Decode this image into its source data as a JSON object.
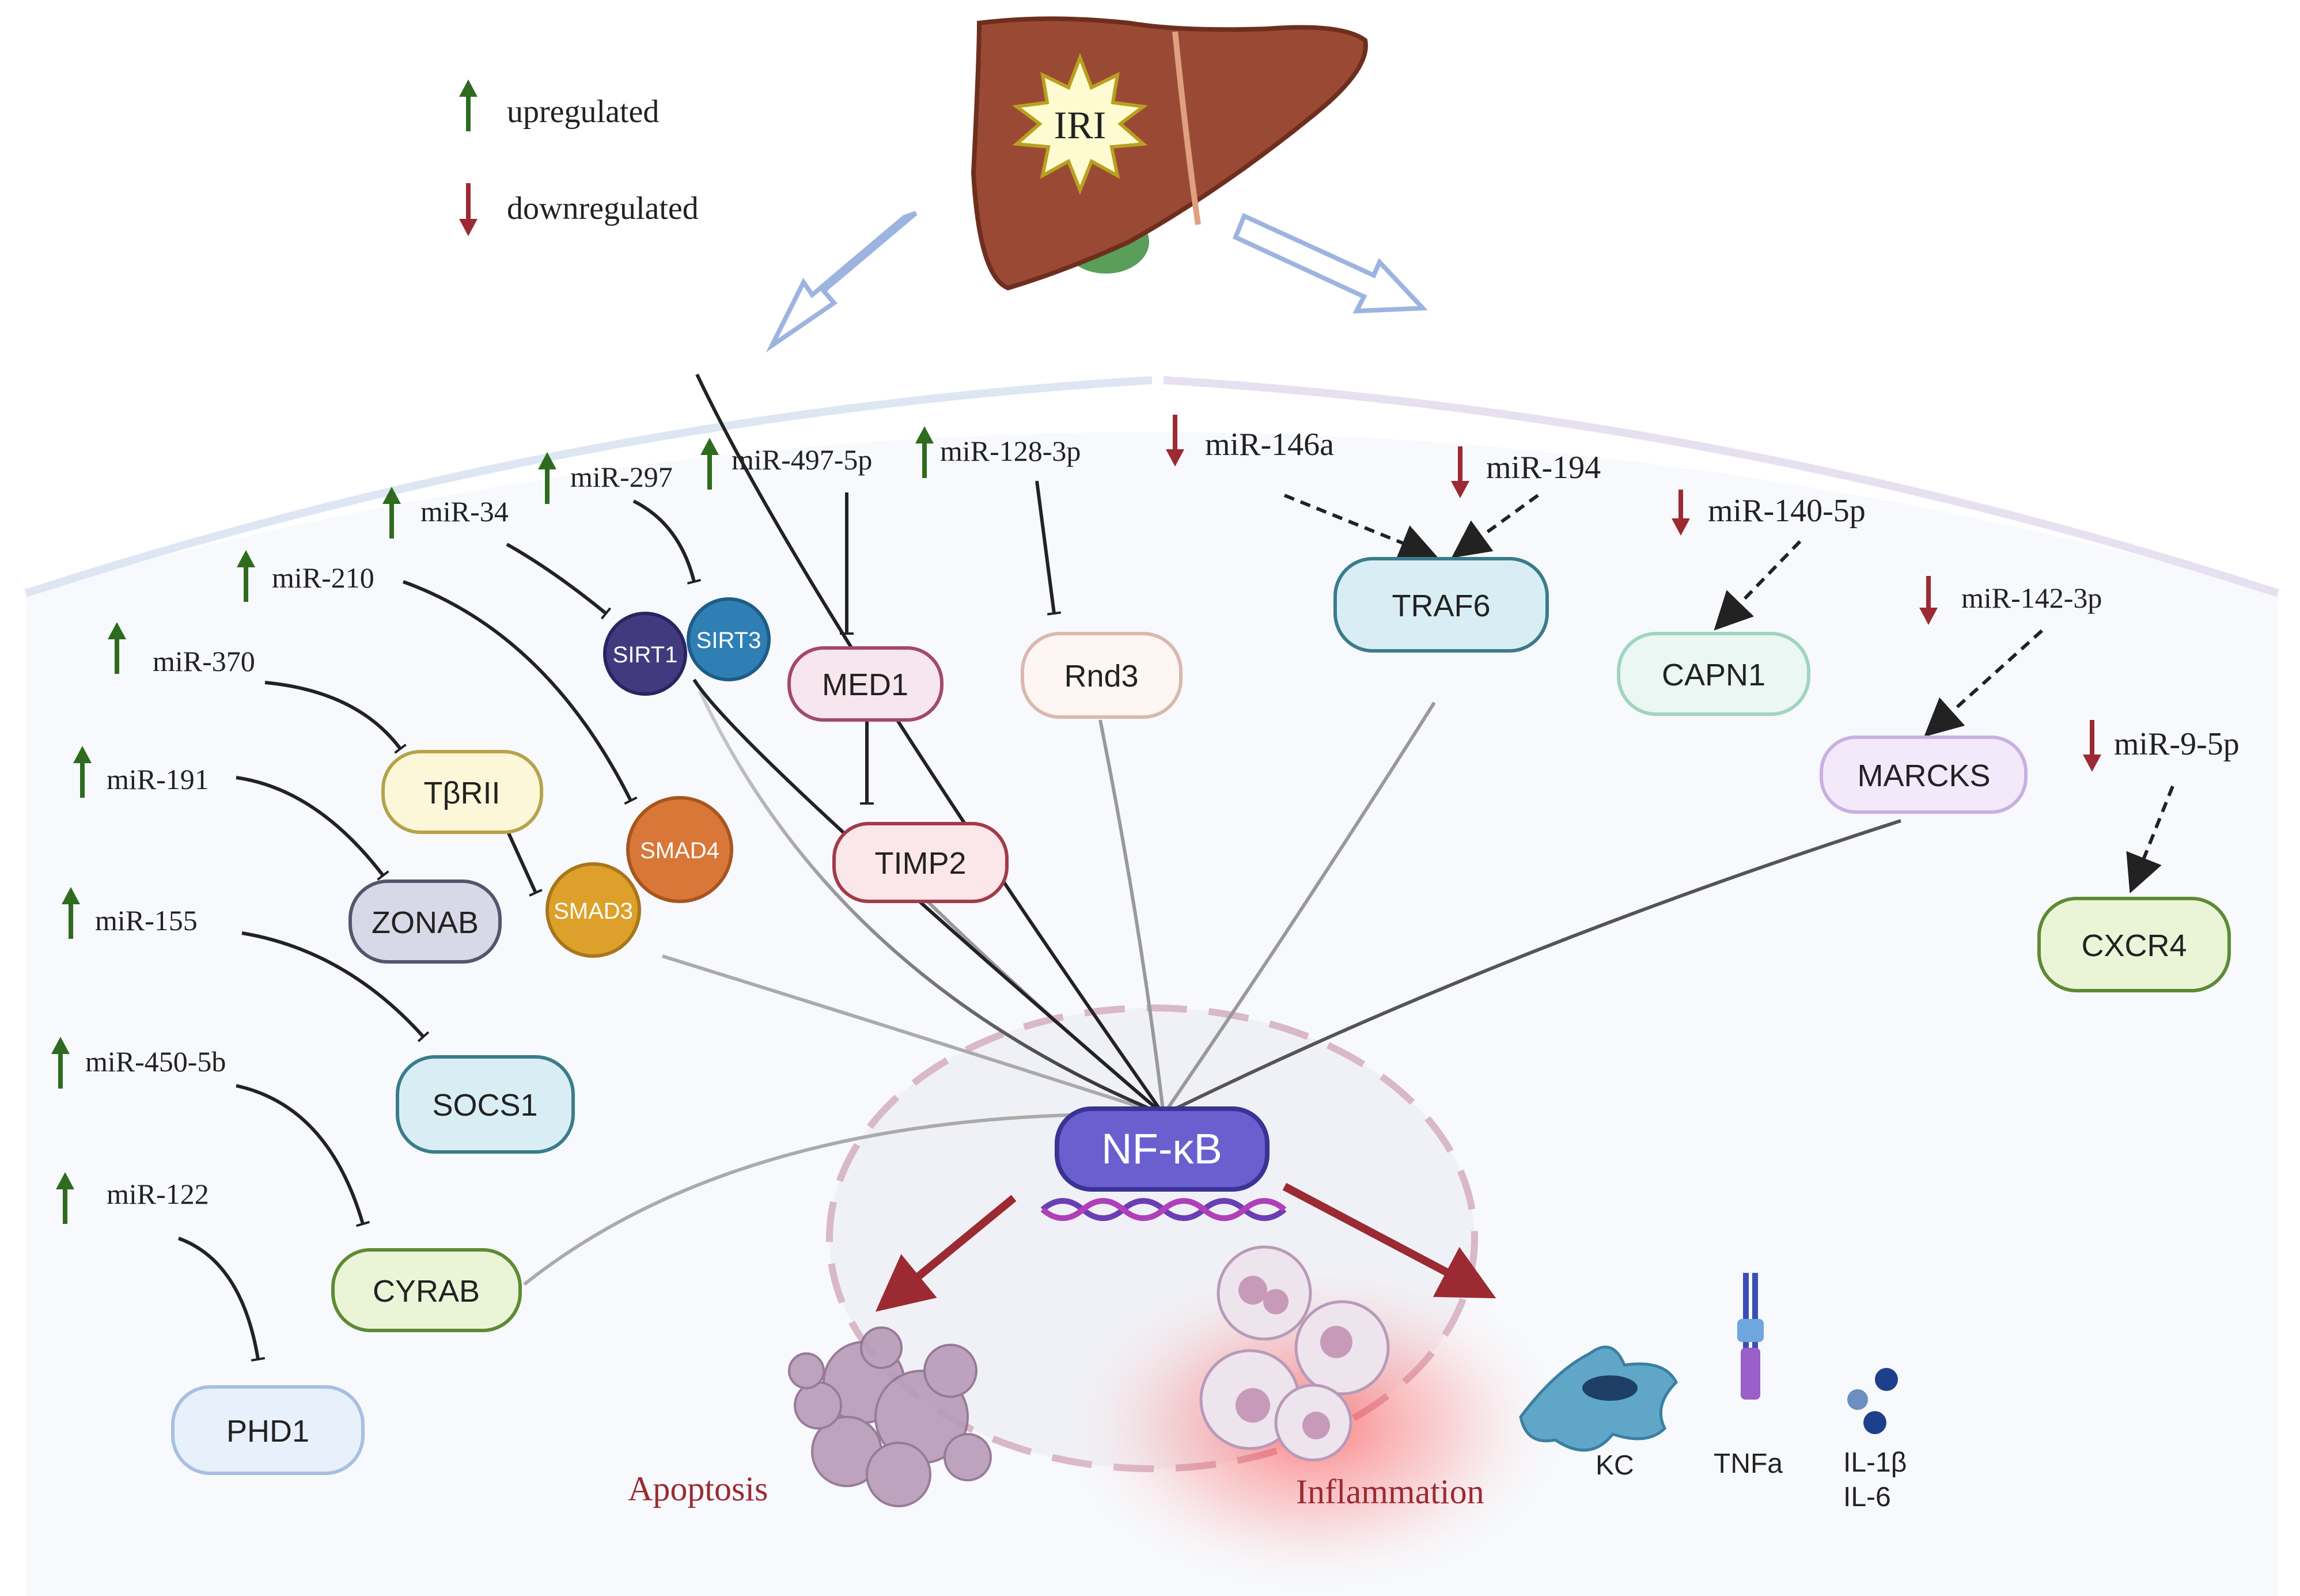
{
  "legend": {
    "up_label": "upregulated",
    "down_label": "downregulated",
    "up_color": "#2e6b1f",
    "down_color": "#9b2a32"
  },
  "liver": {
    "label": "IRI"
  },
  "mirnas_up": {
    "mir_34": "miR-34",
    "mir_297": "miR-297",
    "mir_497": "miR-497-5p",
    "mir_128": "miR-128-3p",
    "mir_210": "miR-210",
    "mir_370": "miR-370",
    "mir_191": "miR-191",
    "mir_155": "miR-155",
    "mir_450": "miR-450-5b",
    "mir_122": "miR-122"
  },
  "mirnas_down": {
    "mir_146a": "miR-146a",
    "mir_194": "miR-194",
    "mir_140": "miR-140-5p",
    "mir_142": "miR-142-3p",
    "mir_9": "miR-9-5p"
  },
  "targets": {
    "sirt1": "SIRT1",
    "sirt3": "SIRT3",
    "med1": "MED1",
    "timp2": "TIMP2",
    "rnd3": "Rnd3",
    "smad4": "SMAD4",
    "smad3": "SMAD3",
    "tbrii": "TβRII",
    "zonab": "ZONAB",
    "socs1": "SOCS1",
    "cyrab": "CYRAB",
    "phd1": "PHD1",
    "traf6": "TRAF6",
    "capn1": "CAPN1",
    "marcks": "MARCKS",
    "cxcr4": "CXCR4"
  },
  "hub": {
    "label": "NF-κB"
  },
  "outcomes": {
    "apoptosis": "Apoptosis",
    "inflammation": "Inflammation",
    "kc": "KC",
    "tnfa": "TNFa",
    "il1b": "IL-1β",
    "il6": "IL-6"
  }
}
